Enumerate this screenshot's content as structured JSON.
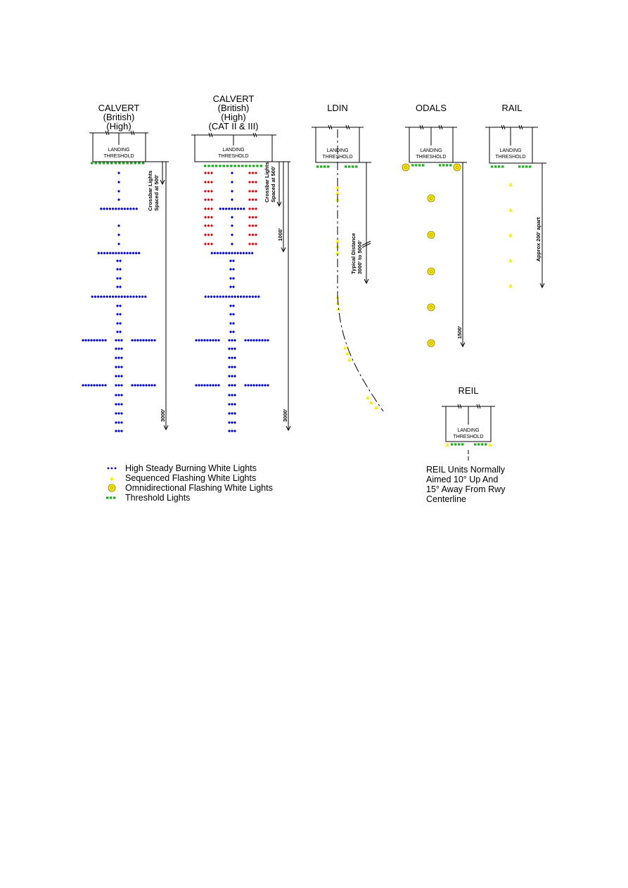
{
  "diagrams": {
    "calvert": {
      "title": [
        "CALVERT",
        "(British)",
        "(High)"
      ],
      "box": [
        "LANDING",
        "THRESHOLD"
      ],
      "note": [
        "Crossbar Lights",
        "Spaced at 500'"
      ],
      "distance": "3000'"
    },
    "calvert2": {
      "title": [
        "CALVERT",
        "(British)",
        "(High)",
        "(CAT II & III)"
      ],
      "box": [
        "LANDING",
        "THRESHOLD"
      ],
      "note": [
        "Crossbar Lights",
        "Spaced at 500'"
      ],
      "distance1": "1000'",
      "distance2": "3000'"
    },
    "ldin": {
      "title": "LDIN",
      "box": [
        "LANDING",
        "THRESHOLD"
      ],
      "note": [
        "Typical Distance",
        "3000' to 5000'"
      ]
    },
    "odals": {
      "title": "ODALS",
      "box": [
        "LANDING",
        "THRESHOLD"
      ],
      "distance": "1500'"
    },
    "rail": {
      "title": "RAIL",
      "box": [
        "LANDING",
        "THRESHOLD"
      ],
      "note": "Approx 200' apart"
    },
    "reil": {
      "title": "REIL",
      "box": [
        "LANDING",
        "THRESHOLD"
      ],
      "note": [
        "REIL Units Normally",
        "Aimed 10° Up And",
        "15° Away From Rwy",
        "Centerline"
      ]
    }
  },
  "legend": [
    {
      "symbol": "steady-white",
      "label": "High Steady Burning White Lights"
    },
    {
      "symbol": "sequenced-flashing",
      "label": "Sequenced Flashing White Lights"
    },
    {
      "symbol": "omnidirectional-flashing",
      "label": "Omnidirectional Flashing White Lights"
    },
    {
      "symbol": "threshold",
      "label": "Threshold Lights"
    }
  ],
  "colors": {
    "steady": "#0000cc",
    "red": "#dd0000",
    "flashing": "#ffee00",
    "threshold": "#22aa22",
    "line": "#000000"
  }
}
